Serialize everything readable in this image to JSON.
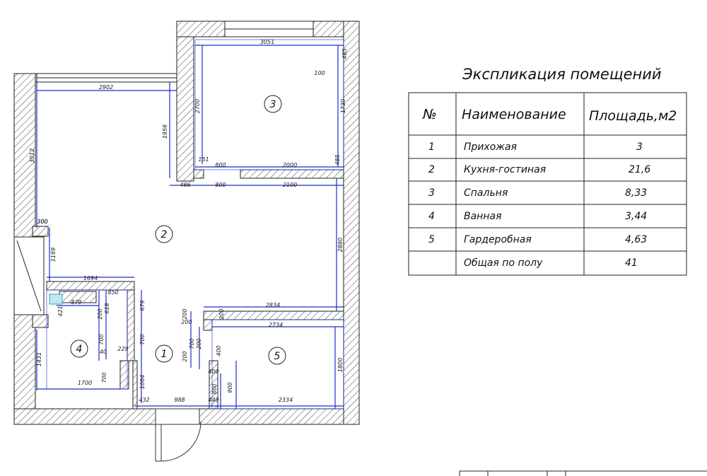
{
  "plan": {
    "rooms": [
      {
        "number": "1"
      },
      {
        "number": "2"
      },
      {
        "number": "3"
      },
      {
        "number": "4"
      },
      {
        "number": "5"
      }
    ],
    "dimensions": [
      "2902",
      "3051",
      "485",
      "100",
      "2700",
      "1730",
      "1956",
      "3012",
      "300",
      "485",
      "151",
      "800",
      "2000",
      "486",
      "800",
      "2100",
      "300",
      "1169",
      "2880",
      "1694",
      "850",
      "879",
      "200",
      "618",
      "679",
      "421",
      "2834",
      "200",
      "200",
      "2734",
      "200",
      "700",
      "700",
      "700",
      "200",
      "400",
      "1431",
      "40",
      "229",
      "200",
      "400",
      "1800",
      "700",
      "1064",
      "900",
      "1700",
      "800",
      "432",
      "988",
      "440",
      "2334"
    ]
  },
  "table": {
    "title": "Экспликация помещений",
    "headers": [
      "№",
      "Наименование",
      "Площадь,м2"
    ],
    "rows": [
      {
        "num": "1",
        "name": "Прихожая",
        "area": "3"
      },
      {
        "num": "2",
        "name": "Кухня-гостиная",
        "area": "21,6"
      },
      {
        "num": "3",
        "name": "Спальня",
        "area": "8,33"
      },
      {
        "num": "4",
        "name": "Ванная",
        "area": "3,44"
      },
      {
        "num": "5",
        "name": "Гардеробная",
        "area": "4,63"
      },
      {
        "num": "",
        "name": "Общая по полу",
        "area": "41"
      }
    ]
  }
}
